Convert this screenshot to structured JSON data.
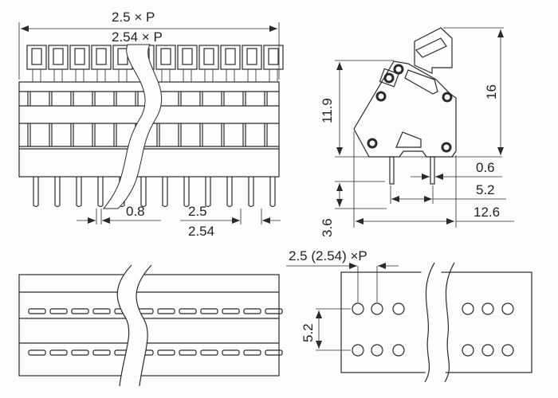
{
  "front_view": {
    "width_label_1": "2.5 × P",
    "width_label_2": "2.54 × P",
    "pin_width": "0.8",
    "pitch_1": "2.5",
    "pitch_2": "2.54",
    "pole_count": 12
  },
  "side_view": {
    "height_body": "11.9",
    "height_total": "16",
    "pin_thickness": "0.6",
    "pin_spacing": "5.2",
    "depth": "12.6",
    "pin_length": "3.6"
  },
  "pcb_layout": {
    "pitch_label": "2.5 (2.54) ×P",
    "row_spacing": "5.2"
  },
  "colors": {
    "line": "#2a2a2a",
    "background": "#fdfdfd"
  }
}
